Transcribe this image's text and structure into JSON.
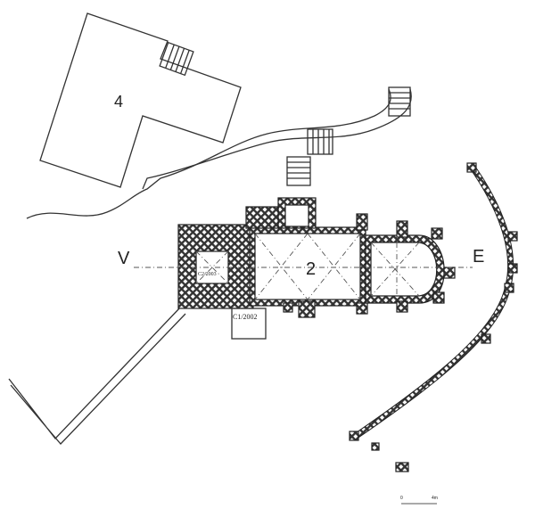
{
  "plan": {
    "building_label": "4",
    "west_label": "V",
    "east_label": "E",
    "church_label": "2",
    "trench_c1": "C1/2002",
    "trench_c2": "C2/2003",
    "scale": {
      "start": "0",
      "end": "4m"
    }
  }
}
